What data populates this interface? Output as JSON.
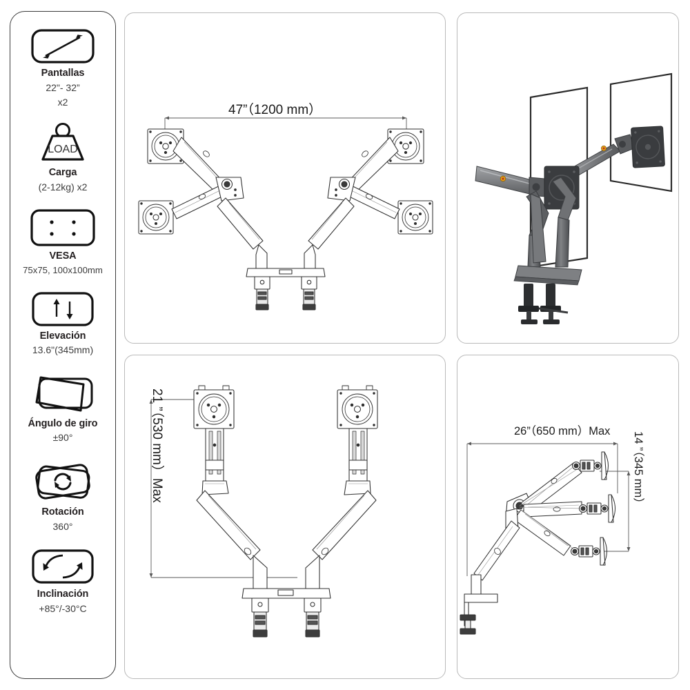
{
  "sidebar": {
    "specs": [
      {
        "icon": "monitor-diagonal-icon",
        "title": "Pantallas",
        "value_lines": [
          "22\"- 32”",
          "x2"
        ]
      },
      {
        "icon": "load-weight-icon",
        "icon_text": "LOAD",
        "title": "Carga",
        "value_lines": [
          "(2-12kg) x2"
        ]
      },
      {
        "icon": "vesa-pattern-icon",
        "title": "VESA",
        "value_lines": [
          "75x75, 100x100mm"
        ]
      },
      {
        "icon": "height-adjust-arrows-icon",
        "title": "Elevación",
        "value_lines": [
          "13.6\"(345mm)"
        ]
      },
      {
        "icon": "swivel-angle-icon",
        "title": "Ángulo de giro",
        "value_lines": [
          "±90°"
        ]
      },
      {
        "icon": "rotation-icon",
        "title": "Rotación",
        "value_lines": [
          "360°"
        ]
      },
      {
        "icon": "tilt-icon",
        "title": "Inclinación",
        "value_lines": [
          "+85°/-30°C"
        ]
      }
    ]
  },
  "panels": {
    "top_left": {
      "name": "top-view-dual-arm-diagram",
      "dimension_label": "47”（1200 mm）"
    },
    "top_right": {
      "name": "product-render-dual-monitor-mount",
      "colors": {
        "arm_light": "#8b8d90",
        "arm_mid": "#6e7073",
        "arm_dark": "#4a4c4f",
        "clamp_dark": "#2a2c2e",
        "logo_orange": "#f0a81e",
        "screen_outline": "#2b2b2b"
      }
    },
    "bottom_left": {
      "name": "front-view-dual-arm-diagram",
      "dimension_label": "21 ”（530 mm）Max"
    },
    "bottom_right": {
      "name": "side-view-arm-range-diagram",
      "dimension_label_horizontal": "26”（650 mm）Max",
      "dimension_label_vertical": "14 ”（345 mm）"
    }
  }
}
